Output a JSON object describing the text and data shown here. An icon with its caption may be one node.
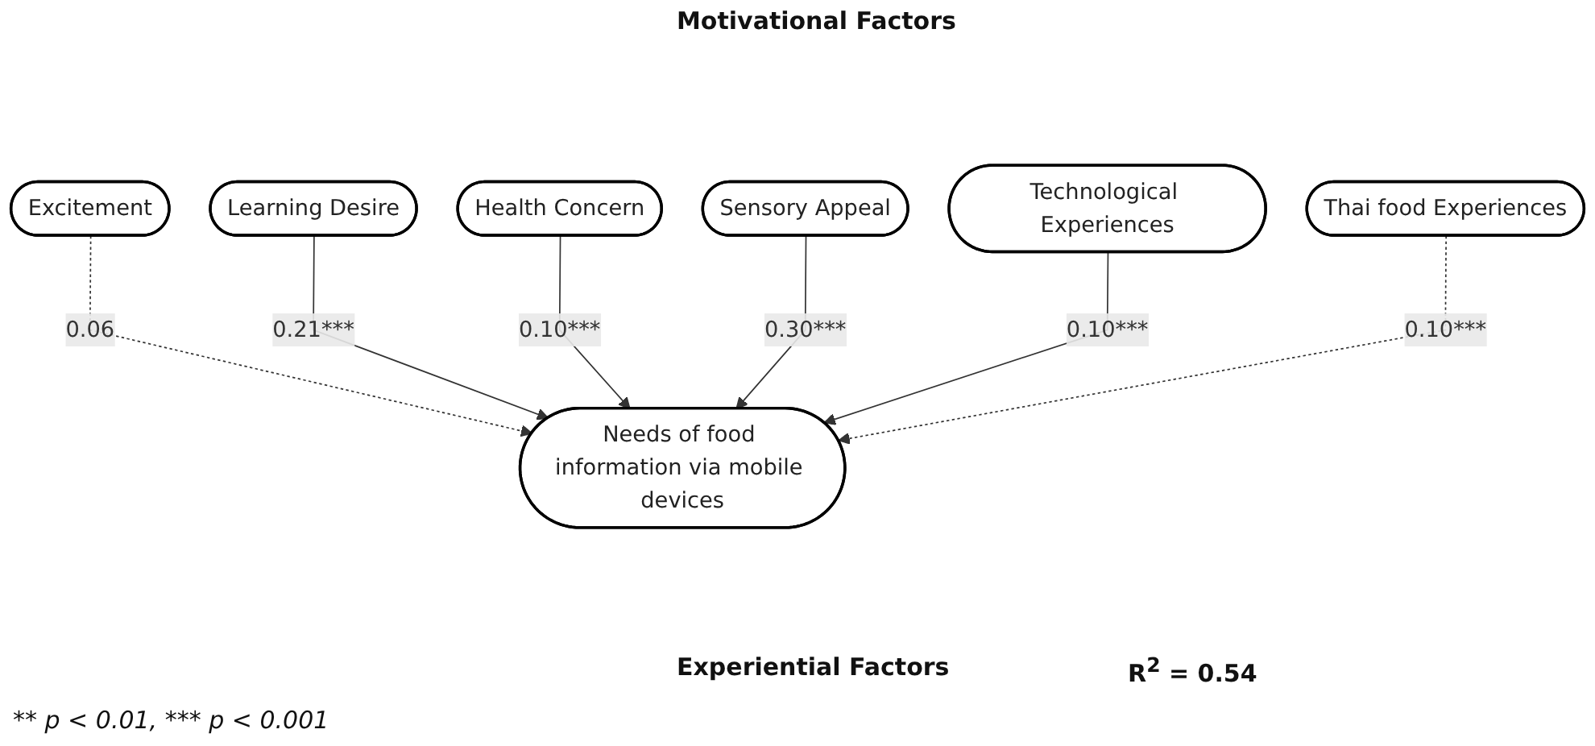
{
  "diagram": {
    "nodes": [
      {
        "text": [
          "Excitement"
        ]
      },
      {
        "text": [
          "Learning Desire"
        ]
      },
      {
        "text": [
          "Health Concern"
        ]
      },
      {
        "text": [
          "Sensory Appeal"
        ]
      },
      {
        "text": [
          "Needs of food information via mobile devices"
        ]
      },
      {
        "text": [
          "Technological Experiences"
        ]
      },
      {
        "text": [
          "Thai food Experiences"
        ]
      }
    ],
    "edges": [
      {
        "from": 0,
        "to": 4,
        "arrow": "to",
        "label": "0.06",
        "style": "dashed"
      },
      {
        "from": 1,
        "to": 4,
        "arrow": "to",
        "label": "0.21***"
      },
      {
        "from": 2,
        "to": 4,
        "arrow": "to",
        "label": "0.10***"
      },
      {
        "from": 3,
        "to": 4,
        "arrow": "to",
        "label": "0.30***"
      },
      {
        "from": 5,
        "to": 4,
        "arrow": "to",
        "label": "0.10***"
      },
      {
        "from": 6,
        "to": 4,
        "arrow": "to",
        "label": "0.10***",
        "style": "dashed"
      }
    ],
    "labels": [
      "Motivational Factors",
      "R$^{2}$ = 0.54",
      "Experiential Factors",
      "** p < 0.01, *** p < 0.001"
    ]
  }
}
